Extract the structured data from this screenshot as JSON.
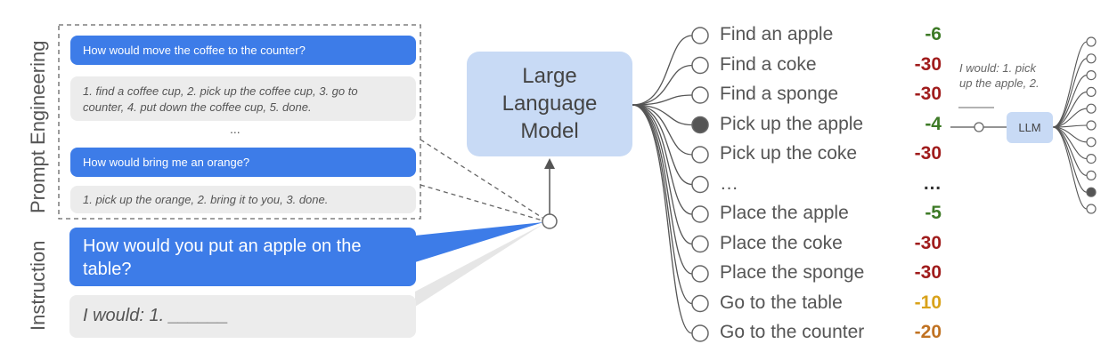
{
  "labels": {
    "prompt_engineering": "Prompt Engineering",
    "instruction": "Instruction"
  },
  "prompt": {
    "q1": "How would move the coffee to the counter?",
    "a1_line1": "1. find a coffee cup, 2. pick up the coffee cup, 3. go to",
    "a1_line2": "counter, 4. put down the coffee cup, 5. done.",
    "ellipsis": "...",
    "q2": "How would bring me an orange?",
    "a2": "1. pick up the orange, 2. bring it to you, 3. done."
  },
  "instruction": {
    "question_line1": "How would you put an apple on the",
    "question_line2": "table?",
    "answer": "I would: 1. ______"
  },
  "llm": {
    "line1": "Large",
    "line2": "Language",
    "line3": "Model",
    "small_label": "LLM"
  },
  "side_note": {
    "line1": "I would: 1. pick",
    "line2": "up the apple, 2."
  },
  "actions": [
    {
      "label": "Find an apple",
      "score": "-6",
      "color": "#3d7a26",
      "selected": false
    },
    {
      "label": "Find a coke",
      "score": "-30",
      "color": "#a01c1c",
      "selected": false
    },
    {
      "label": "Find a sponge",
      "score": "-30",
      "color": "#a01c1c",
      "selected": false
    },
    {
      "label": "Pick up the apple",
      "score": "-4",
      "color": "#3d7a26",
      "selected": true
    },
    {
      "label": "Pick up the coke",
      "score": "-30",
      "color": "#a01c1c",
      "selected": false
    },
    {
      "label": "…",
      "score": "…",
      "color": "#333333",
      "selected": false
    },
    {
      "label": "Place the apple",
      "score": "-5",
      "color": "#3d7a26",
      "selected": false
    },
    {
      "label": "Place the coke",
      "score": "-30",
      "color": "#a01c1c",
      "selected": false
    },
    {
      "label": "Place the sponge",
      "score": "-30",
      "color": "#a01c1c",
      "selected": false
    },
    {
      "label": "Go to the table",
      "score": "-10",
      "color": "#d9a21a",
      "selected": false
    },
    {
      "label": "Go to the counter",
      "score": "-20",
      "color": "#c07222",
      "selected": false
    }
  ],
  "colors": {
    "blue_bubble": "#3d7ce8",
    "grey_bubble": "#ececec",
    "llm_box": "#c8daf5",
    "line": "#555555"
  }
}
